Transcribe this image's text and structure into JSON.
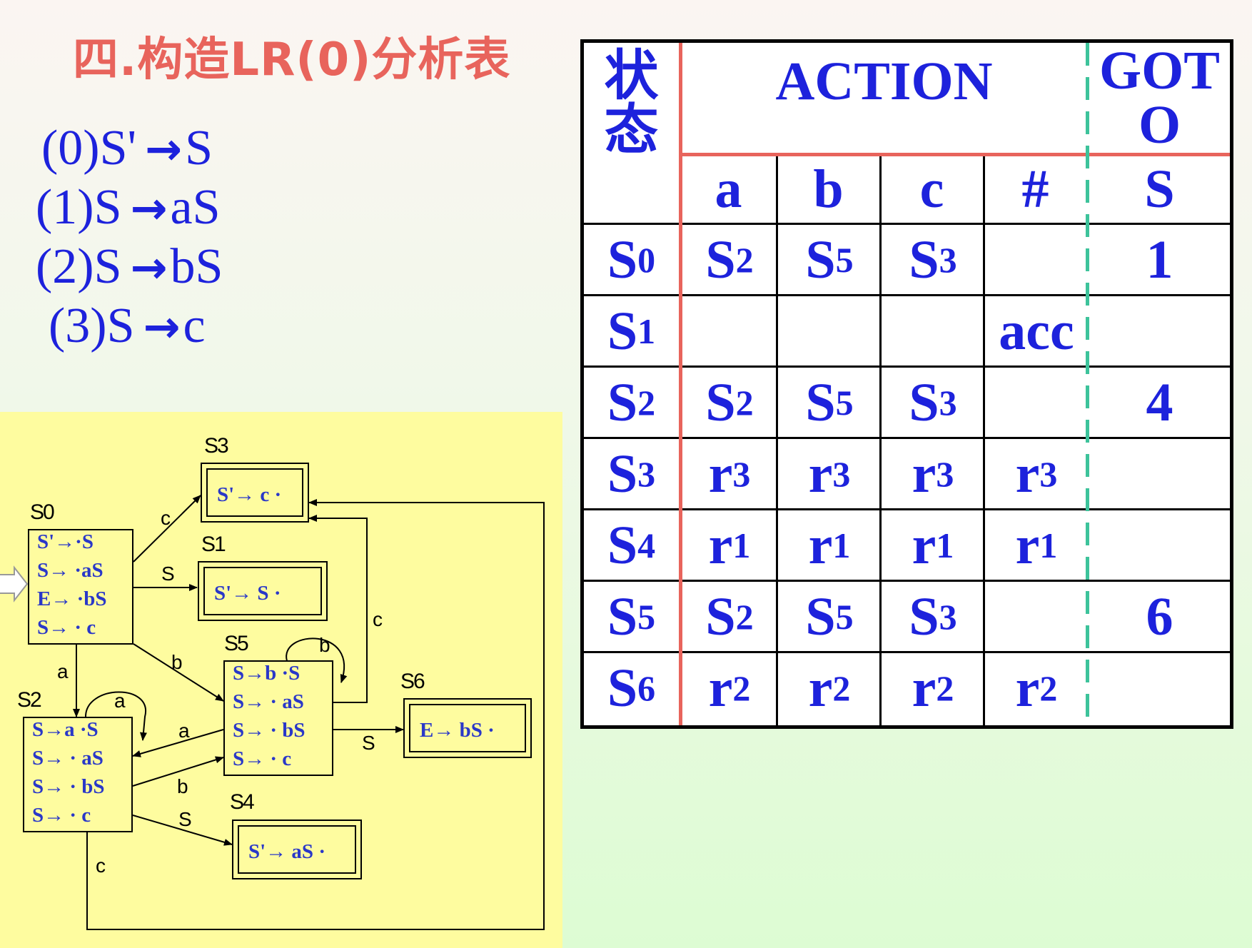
{
  "title": "四.构造LR(0)分析表",
  "grammar": {
    "arrow": "→",
    "rules": [
      {
        "num": "(0)",
        "lhs": "S'",
        "rhs": "S"
      },
      {
        "num": "(1)",
        "lhs": "S",
        "rhs": "aS"
      },
      {
        "num": "(2)",
        "lhs": "S",
        "rhs": "bS"
      },
      {
        "num": "(3)",
        "lhs": "S",
        "rhs": "c"
      }
    ]
  },
  "table": {
    "state_header": [
      "状",
      "态"
    ],
    "action_header": "ACTION",
    "goto_header": [
      "GOT",
      "O"
    ],
    "action_columns": [
      "a",
      "b",
      "c",
      "#"
    ],
    "goto_columns": [
      "S"
    ],
    "rows": [
      {
        "state": "S",
        "state_sub": "0",
        "a": [
          "S",
          "2"
        ],
        "b": [
          "S",
          "5"
        ],
        "c": [
          "S",
          "3"
        ],
        "#": [
          "",
          ""
        ],
        "goto": "1"
      },
      {
        "state": "S",
        "state_sub": "1",
        "a": [
          "",
          ""
        ],
        "b": [
          "",
          ""
        ],
        "c": [
          "",
          ""
        ],
        "#": [
          "acc",
          ""
        ],
        "goto": ""
      },
      {
        "state": "S",
        "state_sub": "2",
        "a": [
          "S",
          "2"
        ],
        "b": [
          "S",
          "5"
        ],
        "c": [
          "S",
          "3"
        ],
        "#": [
          "",
          ""
        ],
        "goto": "4"
      },
      {
        "state": "S",
        "state_sub": "3",
        "a": [
          "r",
          "3"
        ],
        "b": [
          "r",
          "3"
        ],
        "c": [
          "r",
          "3"
        ],
        "#": [
          "r",
          "3"
        ],
        "goto": ""
      },
      {
        "state": "S",
        "state_sub": "4",
        "a": [
          "r",
          "1"
        ],
        "b": [
          "r",
          "1"
        ],
        "c": [
          "r",
          "1"
        ],
        "#": [
          "r",
          "1"
        ],
        "goto": ""
      },
      {
        "state": "S",
        "state_sub": "5",
        "a": [
          "S",
          "2"
        ],
        "b": [
          "S",
          "5"
        ],
        "c": [
          "S",
          "3"
        ],
        "#": [
          "",
          ""
        ],
        "goto": "6"
      },
      {
        "state": "S",
        "state_sub": "6",
        "a": [
          "r",
          "2"
        ],
        "b": [
          "r",
          "2"
        ],
        "c": [
          "r",
          "2"
        ],
        "#": [
          "r",
          "2"
        ],
        "goto": ""
      }
    ]
  },
  "diagram": {
    "states": [
      {
        "name": "S0",
        "items": [
          "S'→·S",
          "S→ ·aS",
          "E→ ·bS",
          "S→ · c"
        ]
      },
      {
        "name": "S1",
        "items": [
          "S'→ S ·"
        ]
      },
      {
        "name": "S2",
        "items": [
          "S→a ·S",
          "S→ · aS",
          "S→ · bS",
          "S→ · c"
        ]
      },
      {
        "name": "S3",
        "items": [
          "S'→ c ·"
        ]
      },
      {
        "name": "S4",
        "items": [
          "S'→ aS ·"
        ]
      },
      {
        "name": "S5",
        "items": [
          "S→b ·S",
          "S→ · aS",
          "S→ · bS",
          "S→ · c"
        ]
      },
      {
        "name": "S6",
        "items": [
          "E→ bS ·"
        ]
      }
    ],
    "edge_labels": {
      "s0_s3": "c",
      "s0_s1": "S",
      "s0_s2": "a",
      "s0_s5": "b",
      "s2_loop": "a",
      "s5_loop": "b",
      "s5_s2": "a",
      "s2_s5": "b",
      "s5_s6": "S",
      "s2_s4": "S",
      "s2_s3": "c",
      "s5_s3": "c"
    }
  }
}
